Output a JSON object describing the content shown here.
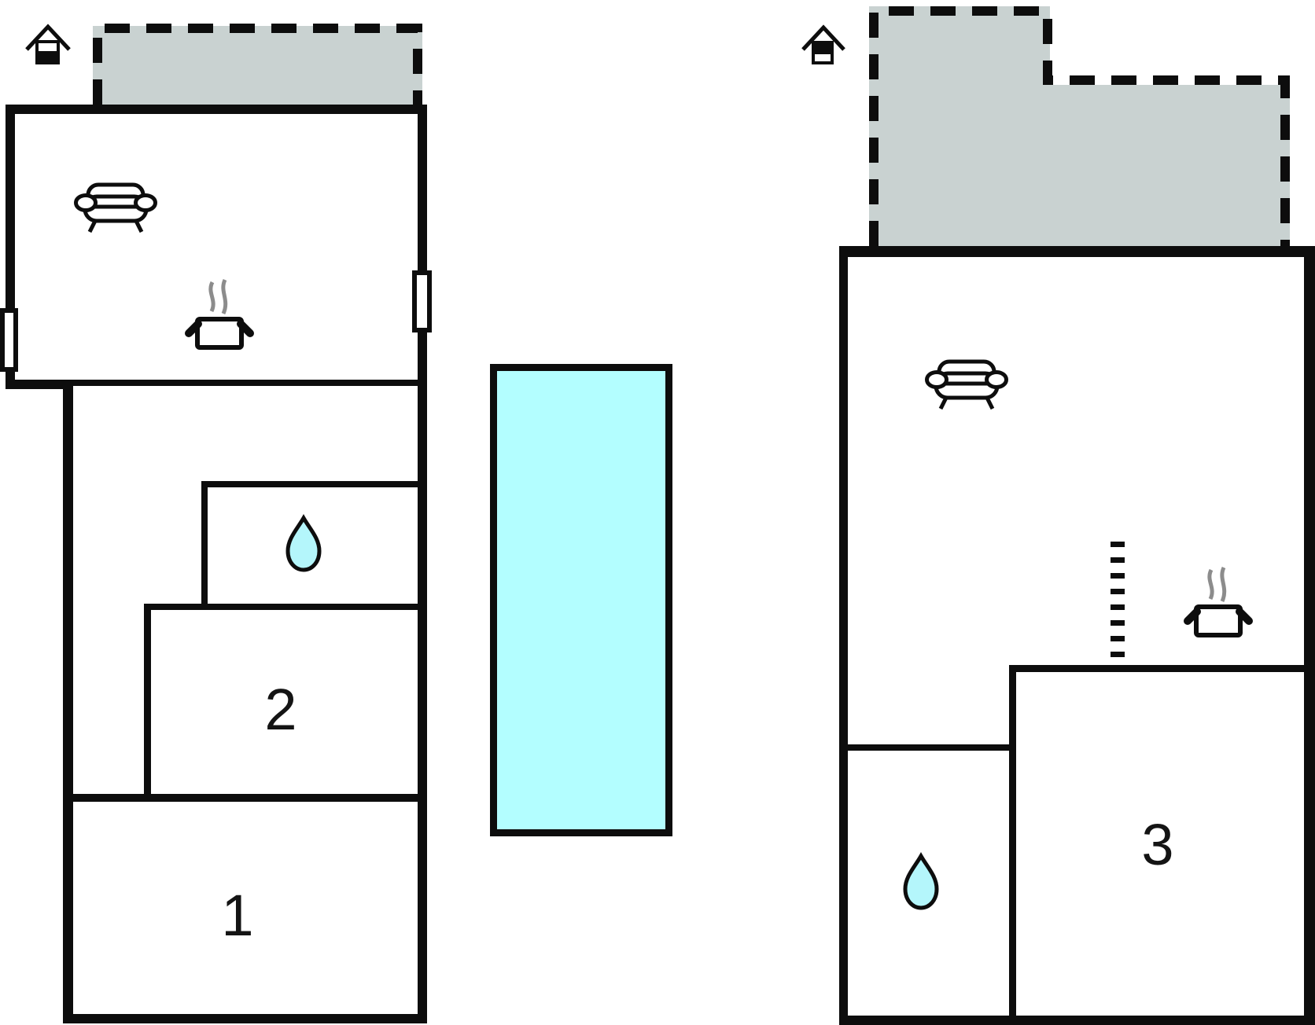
{
  "plan": {
    "left_unit": {
      "level_indicator": "house-lower-level",
      "room_labels": {
        "room_1": "1",
        "room_2": "2"
      },
      "features": [
        "terrace",
        "sofa",
        "cooking-pot",
        "water-drop",
        "window-left",
        "window-right"
      ]
    },
    "right_unit": {
      "level_indicator": "house-upper-level",
      "room_labels": {
        "room_3": "3"
      },
      "features": [
        "terrace",
        "sofa",
        "cooking-pot",
        "water-drop",
        "stairs-dashed-line"
      ]
    },
    "pool": {
      "feature": "swimming-pool"
    }
  },
  "colors": {
    "wall": "#0d0d0d",
    "terrace_fill": "#c9d2d1",
    "pool_fill": "#b3feff",
    "water_drop_fill": "#b4f6fb",
    "steam": "#8c8c8c",
    "label_text": "#141414",
    "background": "#ffffff"
  }
}
